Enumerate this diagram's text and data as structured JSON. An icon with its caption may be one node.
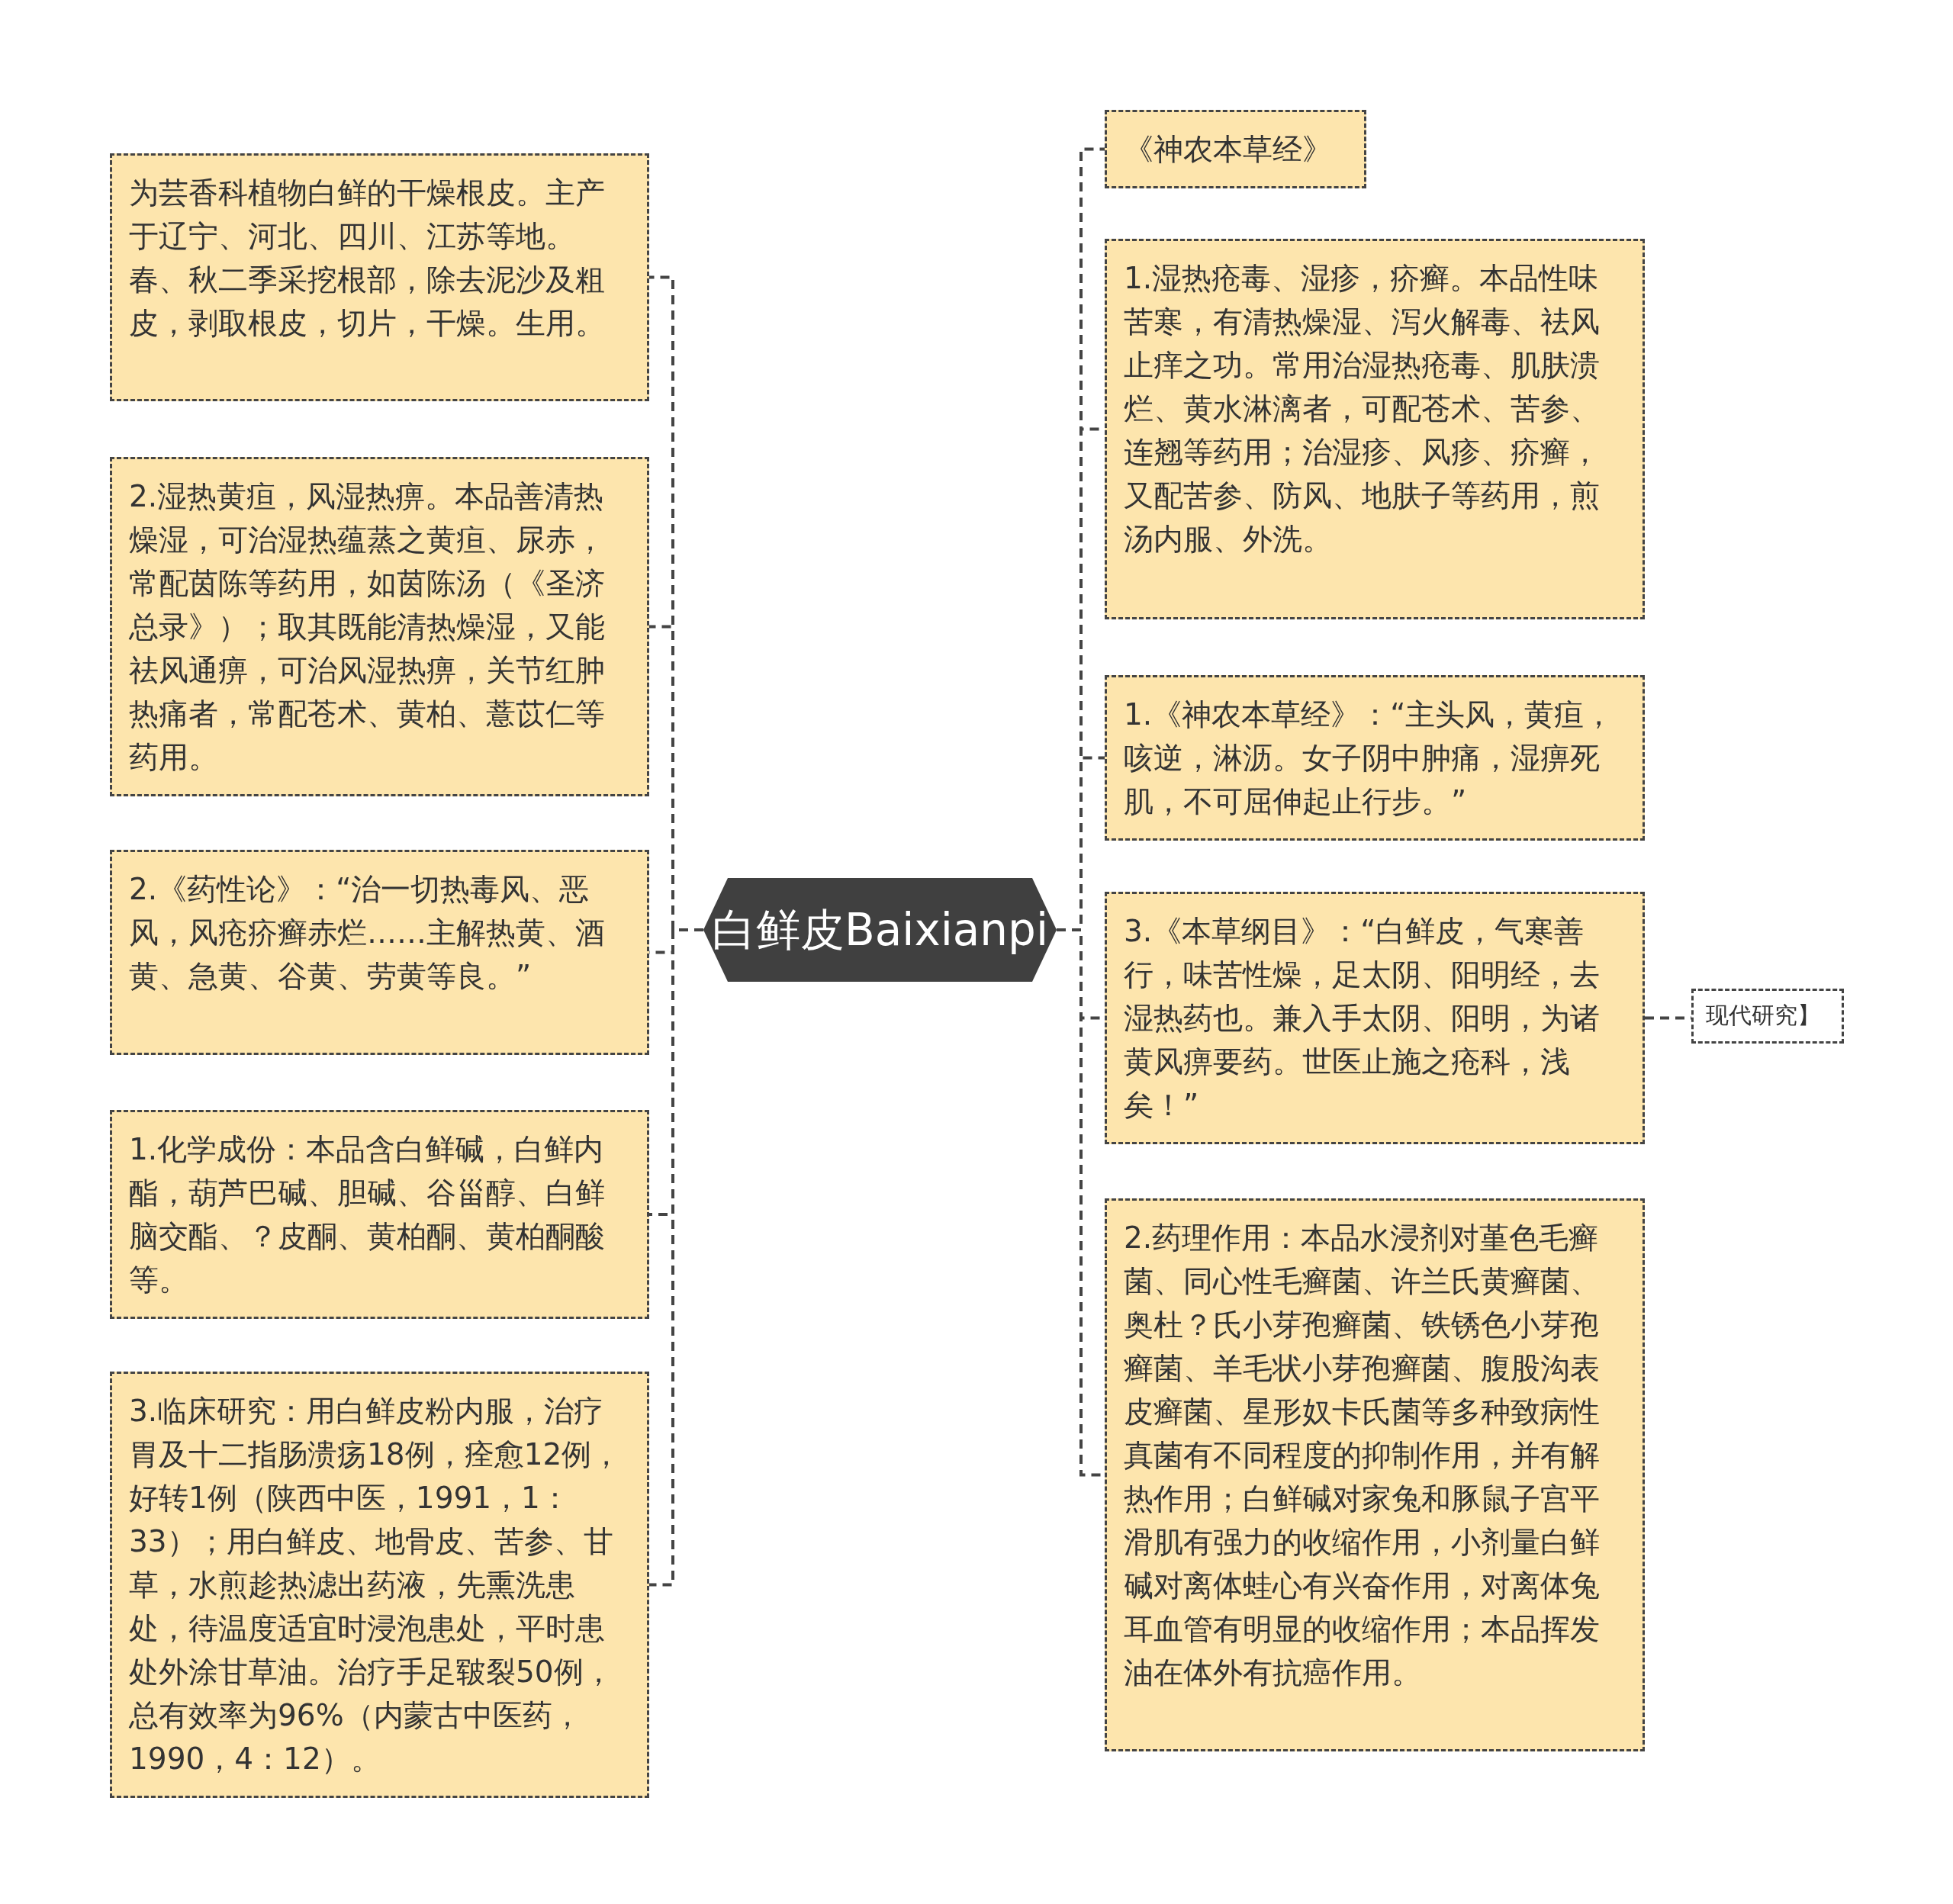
{
  "diagram": {
    "nodes": [
      {
        "text": [
          "白鲜皮Baixianpi"
        ]
      },
      {
        "text": [
          "为芸香科植物白鲜的干燥根皮。主产于辽宁、河北、四川、江苏等地。春、秋二季采挖根部，除去泥沙及粗皮，剥取根皮，切片，干燥。生用。"
        ]
      },
      {
        "text": [
          "2.湿热黄疸，风湿热痹。本品善清热燥湿，可治湿热蕴蒸之黄疸、尿赤，常配茵陈等药用，如茵陈汤（《圣济总录》）；取其既能清热燥湿，又能祛风通痹，可治风湿热痹，关节红肿热痛者，常配苍术、黄柏、薏苡仁等药用。"
        ]
      },
      {
        "text": [
          "2.《药性论》：“治一切热毒风、恶风，风疮疥癣赤烂……主解热黄、酒黄、急黄、谷黄、劳黄等良。”"
        ]
      },
      {
        "text": [
          "1.化学成份：本品含白鲜碱，白鲜内酯，葫芦巴碱、胆碱、谷甾醇、白鲜脑交酯、？皮酮、黄柏酮、黄柏酮酸等。"
        ]
      },
      {
        "text": [
          "3.临床研究：用白鲜皮粉内服，治疗胃及十二指肠溃疡18例，痊愈12例，好转1例（陕西中医，1991，1：33）；用白鲜皮、地骨皮、苦参、甘草，水煎趁热滤出药液，先熏洗患处，待温度适宜时浸泡患处，平时患处外涂甘草油。治疗手足皲裂50例，总有效率为96%（内蒙古中医药，1990，4：12）。"
        ]
      },
      {
        "text": [
          "《神农本草经》"
        ]
      },
      {
        "text": [
          "1.湿热疮毒、湿疹，疥癣。本品性味苦寒，有清热燥湿、泻火解毒、祛风止痒之功。常用治湿热疮毒、肌肤溃烂、黄水淋漓者，可配苍术、苦参、连翘等药用；治湿疹、风疹、疥癣，又配苦参、防风、地肤子等药用，煎汤内服、外洗。"
        ]
      },
      {
        "text": [
          "1.《神农本草经》：“主头风，黄疸，咳逆，淋沥。女子阴中肿痛，湿痹死肌，不可屈伸起止行步。”"
        ]
      },
      {
        "text": [
          "3.《本草纲目》：“白鲜皮，气寒善行，味苦性燥，足太阴、阳明经，去湿热药也。兼入手太阴、阳明，为诸黄风痹要药。世医止施之疮科，浅矣！”"
        ]
      },
      {
        "text": [
          "2.药理作用：本品水浸剂对堇色毛癣菌、同心性毛癣菌、许兰氏黄癣菌、奥杜？氏小芽孢癣菌、铁锈色小芽孢癣菌、羊毛状小芽孢癣菌、腹股沟表皮癣菌、星形奴卡氏菌等多种致病性真菌有不同程度的抑制作用，并有解热作用；白鲜碱对家兔和豚鼠子宫平滑肌有强力的收缩作用，小剂量白鲜碱对离体蛙心有兴奋作用，对离体兔耳血管有明显的收缩作用；本品挥发油在体外有抗癌作用。"
        ]
      },
      {
        "text": [
          "现代研究】"
        ]
      }
    ],
    "edges": [
      {
        "from": 0,
        "to": 1,
        "arrow": "none"
      },
      {
        "from": 0,
        "to": 2,
        "arrow": "none"
      },
      {
        "from": 0,
        "to": 3,
        "arrow": "none"
      },
      {
        "from": 0,
        "to": 4,
        "arrow": "none"
      },
      {
        "from": 0,
        "to": 5,
        "arrow": "none"
      },
      {
        "from": 0,
        "to": 6,
        "arrow": "none"
      },
      {
        "from": 0,
        "to": 7,
        "arrow": "none"
      },
      {
        "from": 0,
        "to": 8,
        "arrow": "none"
      },
      {
        "from": 0,
        "to": 9,
        "arrow": "none"
      },
      {
        "from": 0,
        "to": 10,
        "arrow": "none"
      },
      {
        "from": 9,
        "to": 11,
        "arrow": "none"
      }
    ]
  }
}
